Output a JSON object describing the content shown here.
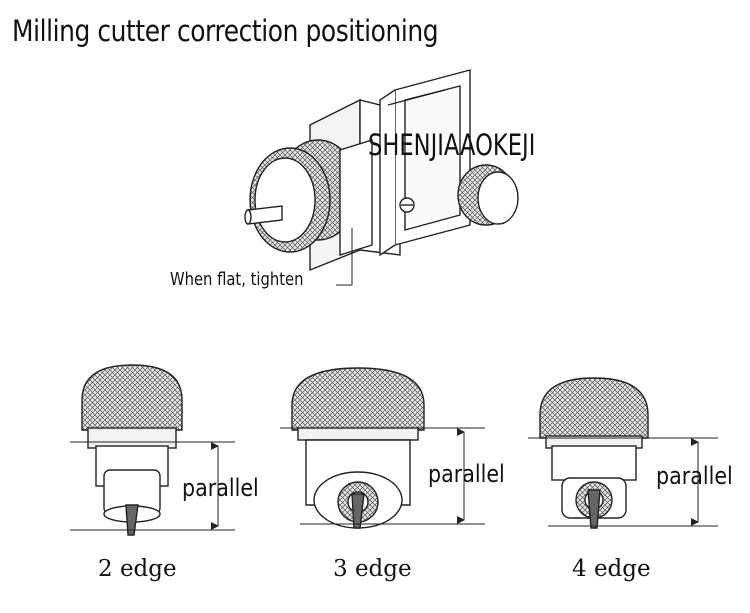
{
  "title": "Milling cutter correction positioning",
  "brand": "SHENJIAAOKEJI",
  "callout": "When flat, tighten",
  "parallel_label": "parallel",
  "cutters": [
    {
      "edge_label": "2 edge"
    },
    {
      "edge_label": "3 edge"
    },
    {
      "edge_label": "4 edge"
    }
  ]
}
